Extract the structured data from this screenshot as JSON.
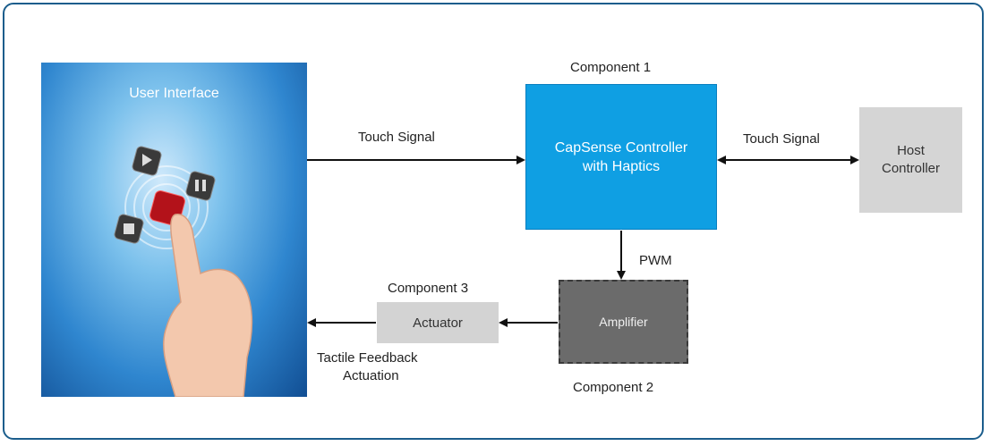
{
  "ui_panel": {
    "title": "User Interface"
  },
  "components": {
    "c1": {
      "label": "Component 1",
      "box": "CapSense Controller with Haptics"
    },
    "c2": {
      "label": "Component 2",
      "box": "Amplifier"
    },
    "c3": {
      "label": "Component 3",
      "box": "Actuator"
    }
  },
  "host": {
    "box": "Host Controller"
  },
  "signals": {
    "touch_in": "Touch Signal",
    "touch_host": "Touch Signal",
    "pwm": "PWM",
    "feedback_line1": "Tactile Feedback",
    "feedback_line2": "Actuation"
  },
  "colors": {
    "frame": "#1b5d8c",
    "capsense": "#0f9fe3",
    "host": "#d5d5d5",
    "amplifier": "#6b6b6b",
    "actuator": "#d3d3d3"
  }
}
